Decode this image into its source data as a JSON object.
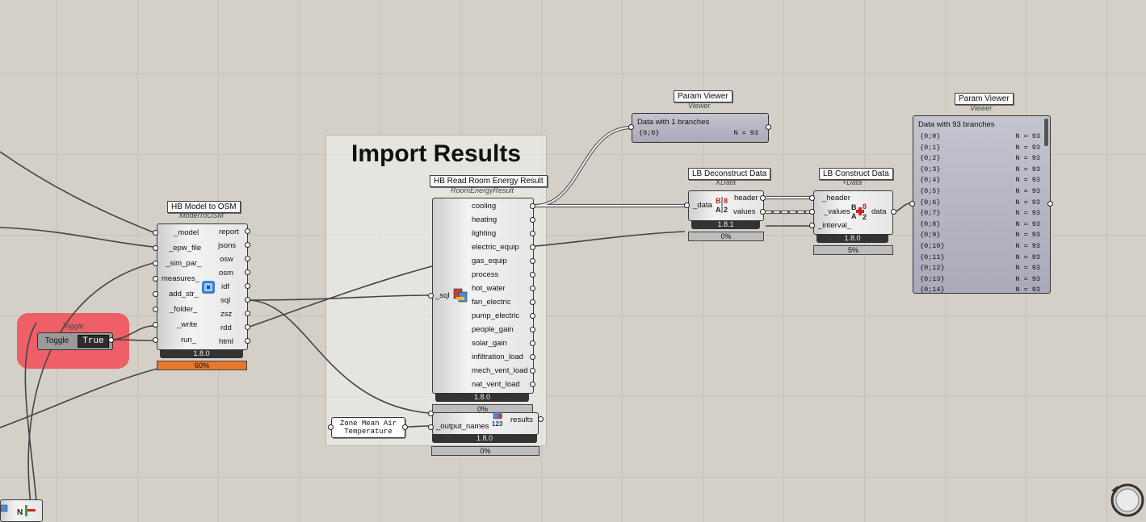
{
  "group": {
    "title": "Import Results"
  },
  "toggle": {
    "group_label": "Toggle",
    "label": "Toggle",
    "value": "True",
    "group_color": "#ee5f67"
  },
  "model_to_osm": {
    "title": "HB Model to OSM",
    "nickname": "ModelToOSM",
    "inputs": [
      "_model",
      "_epw_file",
      "_sim_par_",
      "measures_",
      "add_str_",
      "_folder_",
      "_write",
      "run_"
    ],
    "outputs": [
      "report",
      "jsons",
      "osw",
      "osm",
      "idf",
      "sql",
      "zsz",
      "rdd",
      "html"
    ],
    "version": "1.8.0",
    "progress": "60%",
    "progress_color": "#e6772c"
  },
  "read_room_energy": {
    "title": "HB Read Room Energy Result",
    "nickname": "RoomEnergyResult",
    "input": "_sql",
    "outputs": [
      "cooling",
      "heating",
      "lighting",
      "electric_equip",
      "gas_equip",
      "process",
      "hot_water",
      "fan_electric",
      "pump_electric",
      "people_gain",
      "solar_gain",
      "infiltration_load",
      "mech_vent_load",
      "nat_vent_load"
    ],
    "version": "1.8.0",
    "progress": "0%"
  },
  "read_custom": {
    "input": "_output_names",
    "output": "results",
    "version": "1.8.0",
    "progress": "0%"
  },
  "zone_panel": {
    "line1": "Zone Mean Air",
    "line2": "Temperature"
  },
  "viewer1": {
    "title": "Param Viewer",
    "nickname": "Viewer",
    "header": "Data with 1 branches",
    "rows": [
      {
        "branch": "{0;0}",
        "count": "N = 93"
      }
    ]
  },
  "deconstruct": {
    "title": "LB Deconstruct Data",
    "nickname": "XData",
    "input": "_data",
    "outputs": [
      "header",
      "values"
    ],
    "version": "1.8.1",
    "progress": "0%"
  },
  "construct": {
    "title": "LB Construct Data",
    "nickname": "+Data",
    "inputs": [
      "_header",
      "_values",
      "_interval_"
    ],
    "output": "data",
    "version": "1.8.0",
    "progress": "5%"
  },
  "viewer2": {
    "title": "Param Viewer",
    "nickname": "Viewer",
    "header": "Data with 93 branches",
    "rows": [
      {
        "branch": "{0;0}",
        "count": "N = 93"
      },
      {
        "branch": "{0;1}",
        "count": "N = 93"
      },
      {
        "branch": "{0;2}",
        "count": "N = 93"
      },
      {
        "branch": "{0;3}",
        "count": "N = 93"
      },
      {
        "branch": "{0;4}",
        "count": "N = 93"
      },
      {
        "branch": "{0;5}",
        "count": "N = 93"
      },
      {
        "branch": "{0;6}",
        "count": "N = 93"
      },
      {
        "branch": "{0;7}",
        "count": "N = 93"
      },
      {
        "branch": "{0;8}",
        "count": "N = 93"
      },
      {
        "branch": "{0;9}",
        "count": "N = 93"
      },
      {
        "branch": "{0;10}",
        "count": "N = 93"
      },
      {
        "branch": "{0;11}",
        "count": "N = 93"
      },
      {
        "branch": "{0;12}",
        "count": "N = 93"
      },
      {
        "branch": "{0;13}",
        "count": "N = 93"
      },
      {
        "branch": "{0;14}",
        "count": "N = 93"
      }
    ]
  }
}
